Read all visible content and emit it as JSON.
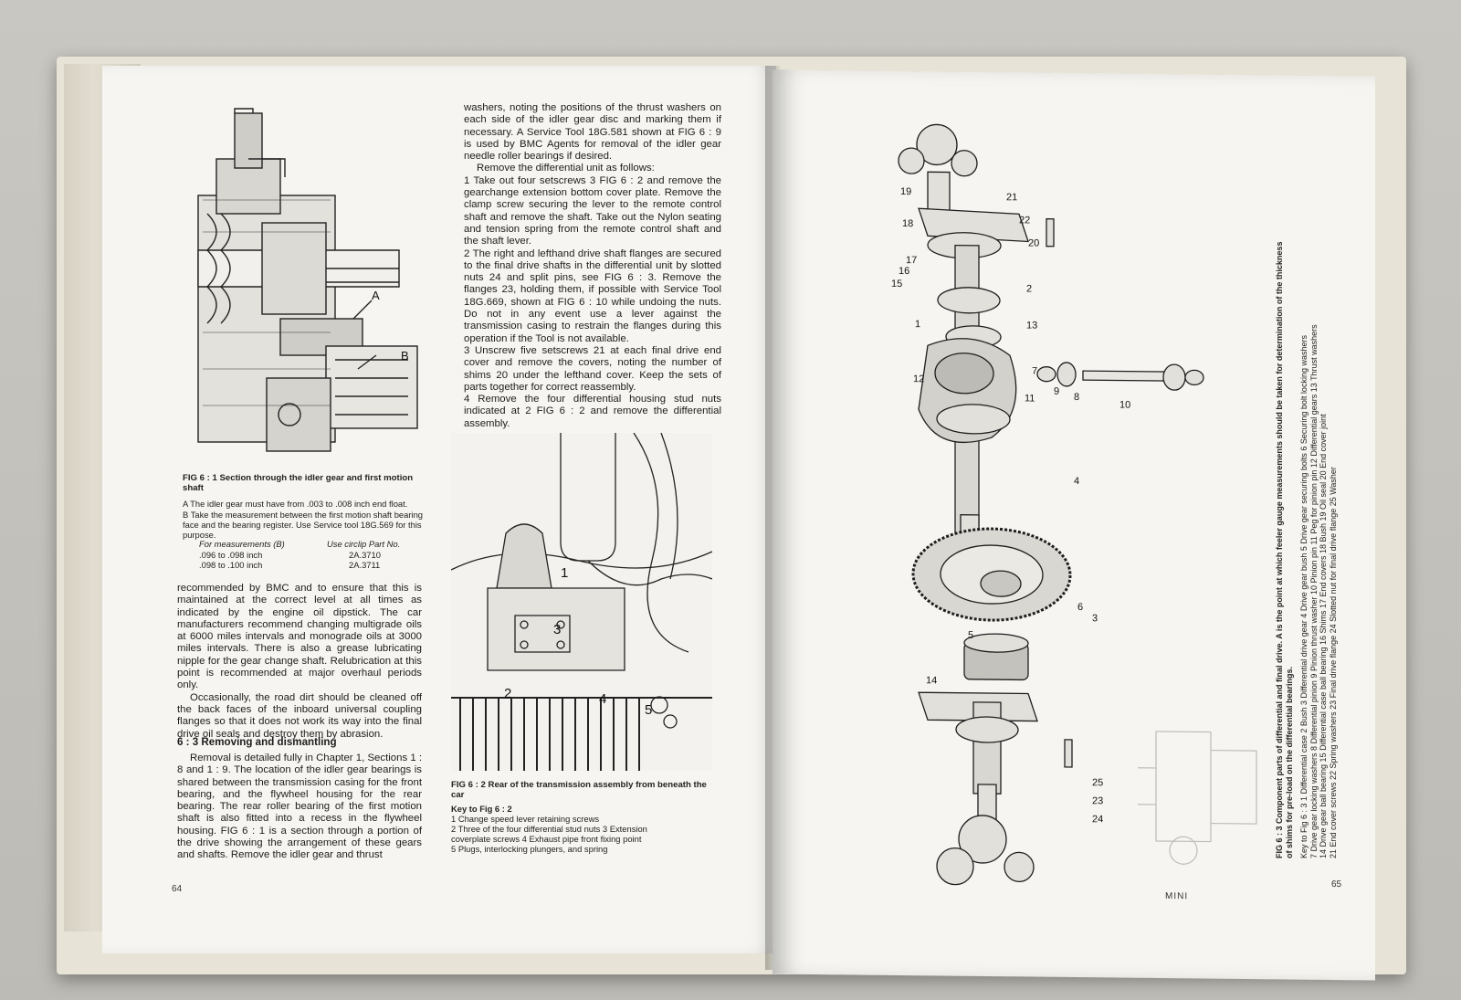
{
  "left_page": {
    "fig1": {
      "callout_a": "A",
      "callout_b": "B",
      "title": "FIG 6 : 1  Section through the idler gear and first motion shaft",
      "note_a": "A  The idler gear must have from .003 to .008 inch end float.",
      "note_b": "B  Take the measurement between the first motion shaft bearing face and the bearing register. Use Service tool 18G.569 for this purpose.",
      "table_head_left": "For measurements (B)",
      "table_head_right": "Use circlip Part No.",
      "rows": [
        {
          "range": ".096 to .098 inch",
          "part": "2A.3710"
        },
        {
          "range": ".098 to .100 inch",
          "part": "2A.3711"
        }
      ]
    },
    "col1_paragraphs": [
      "recommended by BMC and to ensure that this is maintained at the correct level at all times as indicated by the engine oil dipstick. The car manufacturers recommend changing multigrade oils at 6000 miles intervals and monograde oils at 3000 miles intervals. There is also a grease lubricating nipple for the gear change shaft. Relubrication at this point is recommended at major overhaul periods only.",
      "Occasionally, the road dirt should be cleaned off the back faces of the inboard universal coupling flanges so that it does not work its way into the final drive oil seals and destroy them by abrasion."
    ],
    "section_heading": "6 : 3  Removing and dismantling",
    "section_paragraph": "Removal is detailed fully in Chapter 1, Sections 1 : 8 and 1 : 9. The location of the idler gear bearings is shared between the transmission casing for the front bearing, and the flywheel housing for the rear bearing. The rear roller bearing of the first motion shaft is also fitted into a recess in the flywheel housing. FIG 6 : 1 is a section through a portion of the drive showing the arrangement of these gears and shafts. Remove the idler gear and thrust",
    "col2_intro": "washers, noting the positions of the thrust washers on each side of the idler gear disc and marking them if necessary. A Service Tool 18G.581 shown at FIG 6 : 9 is used by BMC Agents for removal of the idler gear needle roller bearings if desired.",
    "col2_lead": "Remove the differential unit as follows:",
    "steps": [
      "1  Take out four setscrews 3 FIG 6 : 2 and remove the gearchange extension bottom cover plate. Remove the clamp screw securing the lever to the remote control shaft and remove the shaft. Take out the Nylon seating and tension spring from the remote control shaft and the shaft lever.",
      "2  The right and lefthand drive shaft flanges are secured to the final drive shafts in the differential unit by slotted nuts 24 and split pins, see FIG 6 : 3. Remove the flanges 23, holding them, if possible with Service Tool 18G.669, shown at FIG 6 : 10 while undoing the nuts. Do not in any event use a lever against the transmission casing to restrain the flanges during this operation if the Tool is not available.",
      "3  Unscrew five setscrews 21 at each final drive end cover and remove the covers, noting the number of shims 20 under the lefthand cover. Keep the sets of parts together for correct reassembly.",
      "4  Remove the four differential housing stud nuts indicated at 2 FIG 6 : 2 and remove the differential assembly."
    ],
    "fig2": {
      "callouts": [
        "1",
        "2",
        "3",
        "4",
        "5"
      ],
      "title": "FIG 6 : 2  Rear of the transmission assembly from beneath the car",
      "key_title": "Key to Fig 6 : 2",
      "key_lines": [
        "1  Change speed lever retaining screws",
        "2  Three of the four differential stud nuts        3  Extension",
        "coverplate screws        4  Exhaust pipe front fixing point",
        "5  Plugs, interlocking plungers, and spring"
      ]
    },
    "page_number": "64"
  },
  "right_page": {
    "fig3_callouts": [
      "19",
      "18",
      "17",
      "16",
      "15",
      "1",
      "12",
      "13",
      "11",
      "7",
      "2",
      "3",
      "20",
      "22",
      "21",
      "8",
      "9",
      "10",
      "4",
      "5",
      "6",
      "14",
      "23",
      "24",
      "25"
    ],
    "fig3_caption_lines": [
      "FIG 6 : 3  Component parts of differential and final drive. A is the point at which feeler gauge measurements should be taken for determination of the thickness",
      "of shims for pre-load on the differential bearings.",
      "Key to Fig 6 : 3     1  Differential case     2  Bush     3  Differential drive gear     4  Drive gear bush     5  Drive gear securing bolts     6  Securing bolt locking washers",
      "7  Drive gear locking washers     8  Differential pinion     9  Pinion thrust washer     10  Pinion pin     11  Peg for pinion pin     12  Differential gears     13  Thrust washers",
      "14  Drive gear ball bearing     15  Differential case ball bearing     16  Shims     17  End covers     18  Bush     19  Oil seal     20  End cover joint",
      "21  End cover screws     22  Spring washers     23  Final drive flange     24  Slotted nut for final drive flange     25  Washer"
    ],
    "footer": "MINI",
    "page_number": "65"
  }
}
